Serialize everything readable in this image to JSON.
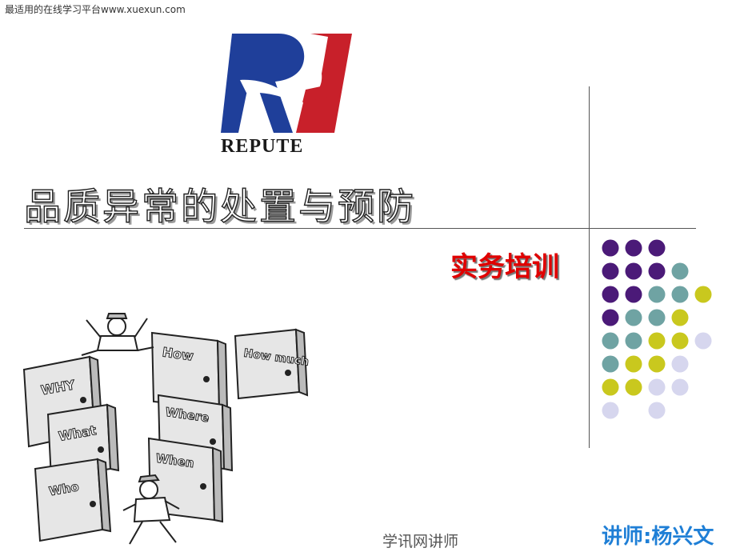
{
  "watermark": "最适用的在线学习平台www.xuexun.com",
  "logo": {
    "text": "REPUTE",
    "colors": {
      "blue": "#1f3f9a",
      "red": "#c8202a"
    }
  },
  "slide": {
    "title": "品质异常的处置与预防",
    "subtitle": "实务培训",
    "footer": "学讯网讲师",
    "lecturer": "讲师:杨兴文"
  },
  "illustration": {
    "icon": "doors-cartoon-icon",
    "doors": [
      "WHY",
      "How",
      "How much",
      "What",
      "Where",
      "When",
      "Who"
    ]
  },
  "dot_grid": {
    "icon": "dot-grid-icon",
    "colors": {
      "purple": "#4b1a78",
      "teal": "#6fa3a3",
      "olive": "#c9c81e",
      "lavender": "#d6d6ee"
    },
    "rows": [
      [
        "purple",
        "purple",
        "purple"
      ],
      [
        "purple",
        "purple",
        "purple",
        "teal"
      ],
      [
        "purple",
        "purple",
        "teal",
        "teal",
        "olive"
      ],
      [
        "purple",
        "teal",
        "teal",
        "olive"
      ],
      [
        "teal",
        "teal",
        "olive",
        "olive",
        "lavender"
      ],
      [
        "teal",
        "olive",
        "olive",
        "lavender"
      ],
      [
        "olive",
        "olive",
        "lavender",
        "lavender"
      ],
      [
        "lavender",
        "",
        "lavender"
      ]
    ]
  }
}
